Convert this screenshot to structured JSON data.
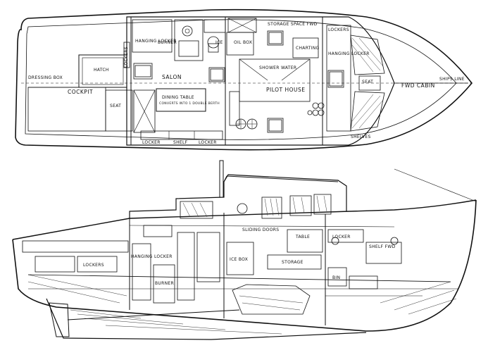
{
  "plan_labels": {
    "dressing_box": "DRESSING BOX",
    "cockpit": "COCKPIT",
    "hatch": "HATCH",
    "seat": "SEAT",
    "lockers_stern": "LOCKERS",
    "hanging_locker": "HANGING LOCKER",
    "burner": "BURNER",
    "salon": "SALON",
    "dining_table": "DINING TABLE",
    "dining_sub": "CONVERTS INTO 1 DOUBLE BERTH",
    "oil_box": "OIL BOX",
    "ice": "ICE",
    "storage_space": "STORAGE SPACE FWD",
    "lockers_fwd": "LOCKERS",
    "shower_water": "SHOWER WATER",
    "pilot_house": "PILOT HOUSE",
    "fwd_cabin": "FWD CABIN",
    "ships_line": "SHIPS LINE",
    "locker_bottom1": "LOCKER",
    "shelf": "SHELF",
    "locker_bottom2": "LOCKER",
    "charting": "CHARTING",
    "hanging_locker2": "HANGING LOCKER",
    "seat_fwd": "SEAT",
    "shelves": "SHELVES"
  },
  "profile_labels": {
    "lockers": "LOCKERS",
    "hanging_locker": "HANGING LOCKER",
    "burner": "BURNER",
    "ice_box": "ICE BOX",
    "sliding_doors": "SLIDING DOORS",
    "storage": "STORAGE",
    "table": "TABLE",
    "shelf_fwd": "SHELF FWD",
    "locker": "LOCKER",
    "bin": "BIN"
  }
}
